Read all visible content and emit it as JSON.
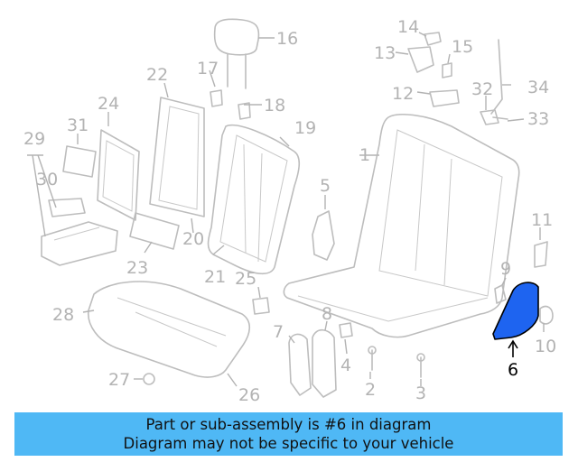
{
  "callouts": [
    {
      "id": "1",
      "text": "1",
      "highlighted": false
    },
    {
      "id": "2",
      "text": "2",
      "highlighted": false
    },
    {
      "id": "3",
      "text": "3",
      "highlighted": false
    },
    {
      "id": "4",
      "text": "4",
      "highlighted": false
    },
    {
      "id": "5",
      "text": "5",
      "highlighted": false
    },
    {
      "id": "6",
      "text": "6",
      "highlighted": true
    },
    {
      "id": "7",
      "text": "7",
      "highlighted": false
    },
    {
      "id": "8",
      "text": "8",
      "highlighted": false
    },
    {
      "id": "9",
      "text": "9",
      "highlighted": false
    },
    {
      "id": "10",
      "text": "10",
      "highlighted": false
    },
    {
      "id": "11",
      "text": "11",
      "highlighted": false
    },
    {
      "id": "12",
      "text": "12",
      "highlighted": false
    },
    {
      "id": "13",
      "text": "13",
      "highlighted": false
    },
    {
      "id": "14",
      "text": "14",
      "highlighted": false
    },
    {
      "id": "15",
      "text": "15",
      "highlighted": false
    },
    {
      "id": "16",
      "text": "16",
      "highlighted": false
    },
    {
      "id": "17",
      "text": "17",
      "highlighted": false
    },
    {
      "id": "18",
      "text": "18",
      "highlighted": false
    },
    {
      "id": "19",
      "text": "19",
      "highlighted": false
    },
    {
      "id": "20",
      "text": "20",
      "highlighted": false
    },
    {
      "id": "21",
      "text": "21",
      "highlighted": false
    },
    {
      "id": "22",
      "text": "22",
      "highlighted": false
    },
    {
      "id": "23",
      "text": "23",
      "highlighted": false
    },
    {
      "id": "24",
      "text": "24",
      "highlighted": false
    },
    {
      "id": "25",
      "text": "25",
      "highlighted": false
    },
    {
      "id": "26",
      "text": "26",
      "highlighted": false
    },
    {
      "id": "27",
      "text": "27",
      "highlighted": false
    },
    {
      "id": "28",
      "text": "28",
      "highlighted": false
    },
    {
      "id": "29",
      "text": "29",
      "highlighted": false
    },
    {
      "id": "30",
      "text": "30",
      "highlighted": false
    },
    {
      "id": "31",
      "text": "31",
      "highlighted": false
    },
    {
      "id": "32",
      "text": "32",
      "highlighted": false
    },
    {
      "id": "33",
      "text": "33",
      "highlighted": false
    },
    {
      "id": "34",
      "text": "34",
      "highlighted": false
    }
  ],
  "banner": {
    "line1": "Part or sub-assembly is #6 in diagram",
    "line2": "Diagram may not be specific to your vehicle"
  },
  "colors": {
    "banner_bg": "#4fb8f5",
    "highlight_part": "#1e64f0",
    "faded_line": "#bdbdbd"
  }
}
